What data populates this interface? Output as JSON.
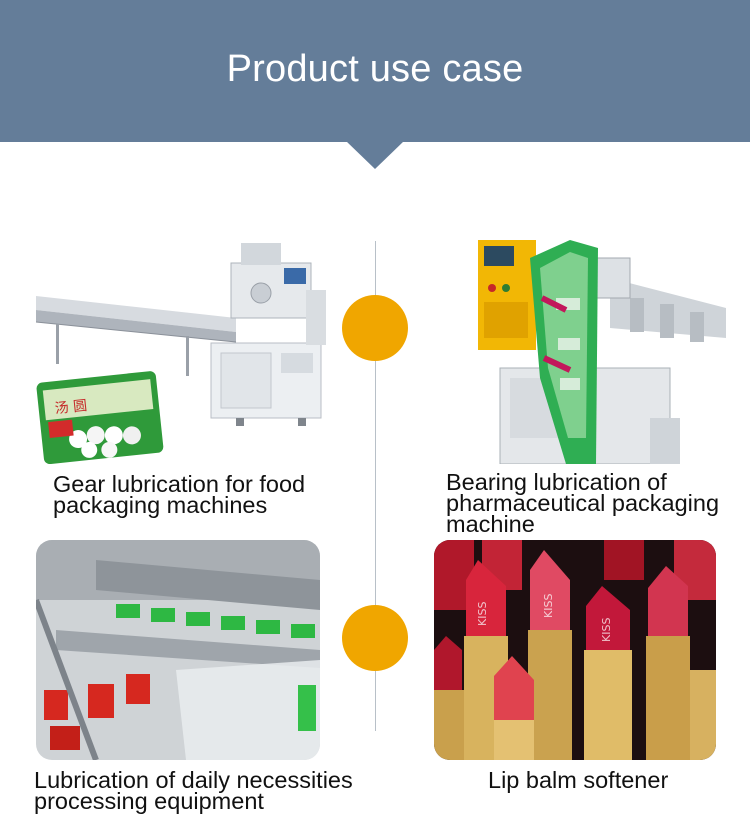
{
  "header": {
    "title": "Product use case"
  },
  "colors": {
    "banner": "#647d99",
    "accent": "#f0a600",
    "divider": "#b8c0c8"
  },
  "cases": [
    {
      "caption": "Gear lubrication for food\npackaging machines",
      "package_text": "汤 圆"
    },
    {
      "caption": "Bearing lubrication of\npharmaceutical packaging\nmachine"
    },
    {
      "caption": "Lubrication of daily necessities\nprocessing equipment"
    },
    {
      "caption": "Lip balm softener",
      "brand_text": "KISS"
    }
  ]
}
